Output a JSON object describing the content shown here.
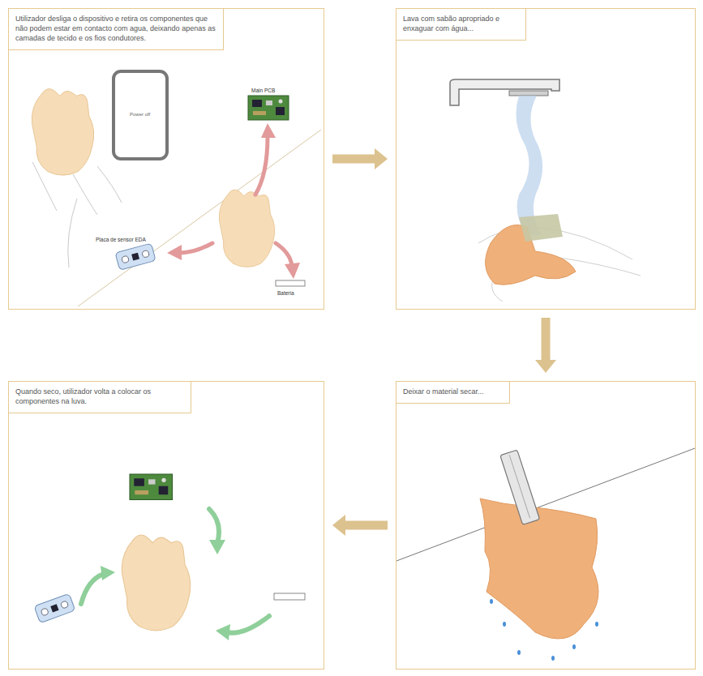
{
  "diagram": {
    "nodes": [
      {
        "text": [
          "Utilizador desliga o dispositivo e retira os componentes que não podem estar em contacto com agua, deixando apenas as camadas de tecido e os fios condutores."
        ]
      },
      {
        "text": [
          "Lava com sabão apropriado e enxaguar com água..."
        ]
      },
      {
        "text": [
          "Quando seco, utilizador volta a colocar os componentes na luva."
        ]
      },
      {
        "text": [
          "Deixar o material secar..."
        ]
      }
    ],
    "edges": [
      {
        "from": 0,
        "to": 1,
        "arrow": "to"
      },
      {
        "from": 1,
        "to": 3,
        "arrow": "to"
      },
      {
        "from": 3,
        "to": 2,
        "arrow": "to"
      }
    ],
    "labels": [
      "Power off",
      "Main PCB",
      "Placa de sensor EDA",
      "Bateria"
    ]
  }
}
